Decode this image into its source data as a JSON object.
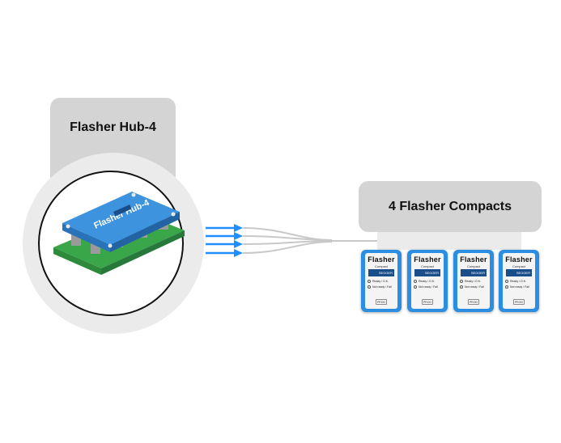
{
  "hub": {
    "label": "Flasher Hub-4",
    "board_label": "Flasher Hub-4"
  },
  "compacts": {
    "label": "4 Flasher Compacts",
    "device_title": "Flasher",
    "device_subtitle": "Compact",
    "device_logo": "SEGGER",
    "led_ready": "Ready / O.K.",
    "led_busy": "Not ready / Fail",
    "button": "PROG"
  },
  "colors": {
    "arrow": "#1f8fff",
    "device": "#2b8ee0",
    "cable": "#c8c8c8",
    "board": "#3d93de",
    "pcb": "#3aa64a"
  }
}
